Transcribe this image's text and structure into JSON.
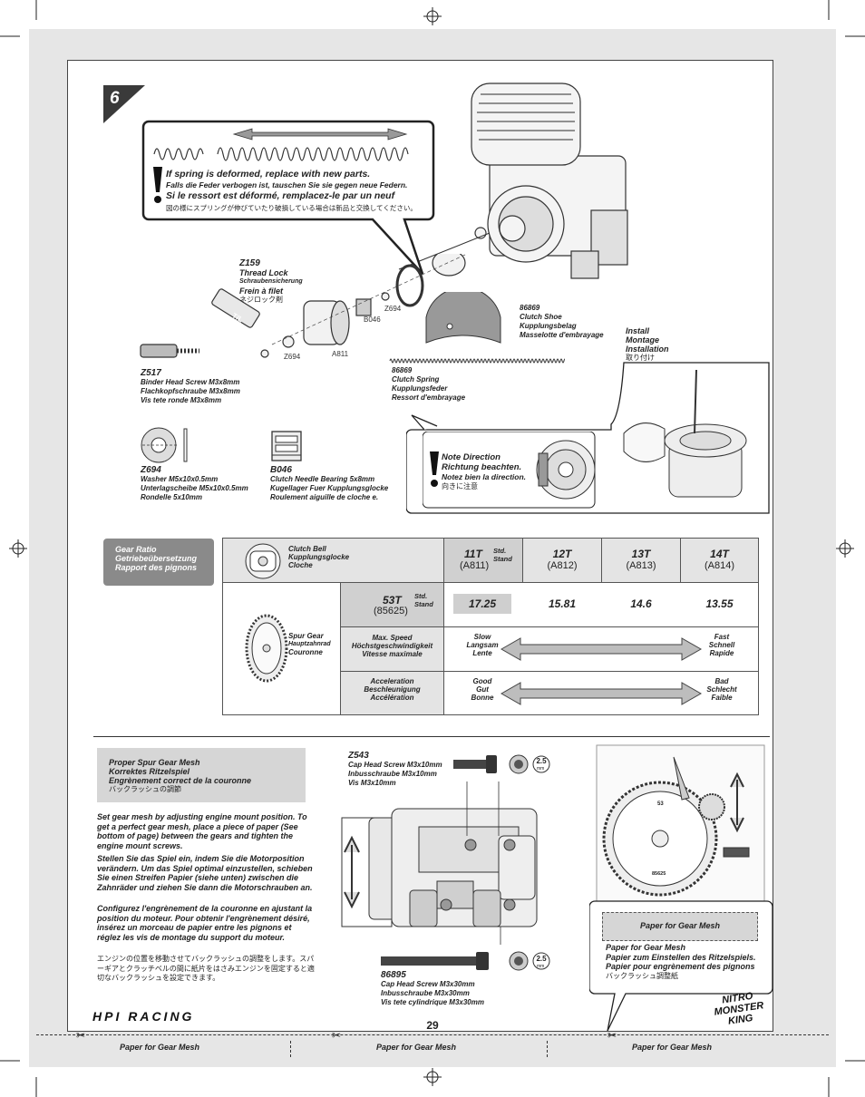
{
  "step": {
    "number": "6"
  },
  "spring_note": {
    "en": "If spring is deformed, replace with new parts.",
    "de": "Falls die Feder verbogen ist, tauschen Sie sie gegen neue Federn.",
    "fr": "Si le ressort est déformé, remplacez-le par un neuf",
    "jp": "図の様にスプリングが伸びていたり破損している場合は新品と交換してください。"
  },
  "thread_lock": {
    "code": "Z159",
    "en": "Thread Lock",
    "de": "Schraubensicherung",
    "fr": "Frein à filet",
    "jp": "ネジロック剤",
    "tube_text": "T/L"
  },
  "parts_small": {
    "z694_a": "Z694",
    "z694_b": "Z694",
    "b046": "B046",
    "a811": "A811"
  },
  "clutch_shoe": {
    "code": "86869",
    "en": "Clutch Shoe",
    "de": "Kupplungsbelag",
    "fr": "Masselotte d'embrayage"
  },
  "install": {
    "en": "Install",
    "de": "Montage",
    "fr": "Installation",
    "jp": "取り付け"
  },
  "z517": {
    "code": "Z517",
    "en": "Binder Head Screw M3x8mm",
    "de": "Flachkopfschraube M3x8mm",
    "fr": "Vis tete ronde M3x8mm"
  },
  "clutch_spring": {
    "code": "86869",
    "en": "Clutch Spring",
    "de": "Kupplungsfeder",
    "fr": "Ressort d'embrayage"
  },
  "z694": {
    "code": "Z694",
    "en": "Washer M5x10x0.5mm",
    "de": "Unterlagscheibe M5x10x0.5mm",
    "fr": "Rondelle 5x10mm"
  },
  "b046": {
    "code": "B046",
    "en": "Clutch Needle Bearing 5x8mm",
    "de": "Kugellager Fuer Kupplungsglocke",
    "fr": "Roulement aiguille de cloche e."
  },
  "note_direction": {
    "en": "Note Direction",
    "de": "Richtung beachten.",
    "fr": "Notez bien la direction.",
    "jp": "向きに注意"
  },
  "gear_table": {
    "title": {
      "en": "Gear Ratio",
      "de": "Getriebeübersetzung",
      "fr": "Rapport des pignons"
    },
    "clutch_bell": {
      "en": "Clutch Bell",
      "de": "Kupplungsglocke",
      "fr": "Cloche"
    },
    "spur_gear": {
      "en": "Spur Gear",
      "de": "Hauptzahnrad",
      "fr": "Couronne"
    },
    "std": "Std.",
    "stand": "Stand",
    "pinions": [
      {
        "teeth": "11T",
        "part": "(A811)"
      },
      {
        "teeth": "12T",
        "part": "(A812)"
      },
      {
        "teeth": "13T",
        "part": "(A813)"
      },
      {
        "teeth": "14T",
        "part": "(A814)"
      }
    ],
    "spur": {
      "teeth": "53T",
      "part": "(85625)"
    },
    "ratios": [
      "17.25",
      "15.81",
      "14.6",
      "13.55"
    ],
    "speed": {
      "en": "Max. Speed",
      "de": "Höchstgeschwindigkeit",
      "fr": "Vitesse maximale",
      "low": [
        "Slow",
        "Langsam",
        "Lente"
      ],
      "high": [
        "Fast",
        "Schnell",
        "Rapide"
      ]
    },
    "accel": {
      "en": "Acceleration",
      "de": "Beschleunigung",
      "fr": "Accélération",
      "low": [
        "Good",
        "Gut",
        "Bonne"
      ],
      "high": [
        "Bad",
        "Schlecht",
        "Faible"
      ]
    }
  },
  "mesh_box": {
    "en": "Proper Spur Gear Mesh",
    "de": "Korrektes Ritzelspiel",
    "fr": "Engrènement correct de la couronne",
    "jp": "バックラッシュの調節"
  },
  "mesh_text": {
    "en": "Set gear mesh by adjusting engine mount position. To get a perfect gear mesh, place a piece of paper (See bottom of page) between the gears and tighten the engine mount screws.",
    "de": "Stellen Sie das Spiel ein, indem Sie die Motorposition verändern. Um das Spiel optimal einzustellen, schieben Sie einen Streifen Papier (siehe unten) zwischen die Zahnräder und ziehen Sie dann die Motorschrauben an.",
    "fr": "Configurez l'engrènement de la couronne en ajustant la position du moteur. Pour obtenir l'engrènement désiré, insérez un morceau de papier entre les pignons et réglez les vis de montage du support du moteur.",
    "jp": "エンジンの位置を移動させてバックラッシュの調整をします。スパーギアとクラッチベルの間に紙片をはさみエンジンを固定すると適切なバックラッシュを設定できます。"
  },
  "z543": {
    "code": "Z543",
    "en": "Cap Head Screw M3x10mm",
    "de": "Inbusschraube M3x10mm",
    "fr": "Vis M3x10mm",
    "tool": "2.5"
  },
  "z86895": {
    "code": "86895",
    "en": "Cap Head Screw M3x30mm",
    "de": "Inbusschraube M3x30mm",
    "fr": "Vis tete cylindrique M3x30mm",
    "tool": "2.5"
  },
  "mm": "mm",
  "gear_labels": {
    "top": "53",
    "part": "85625"
  },
  "paper": {
    "strip": "Paper for Gear Mesh",
    "en": "Paper for Gear Mesh",
    "de": "Papier zum Einstellen des Ritzelspiels.",
    "fr": "Papier pour engrènement des pignons",
    "jp": "バックラッシュ調整紙"
  },
  "page_number": "29",
  "footer": [
    "Paper for Gear Mesh",
    "Paper for Gear Mesh",
    "Paper for Gear Mesh"
  ],
  "brand": {
    "logo": "HPI RACING",
    "product": "NITRO MONSTER KING"
  }
}
